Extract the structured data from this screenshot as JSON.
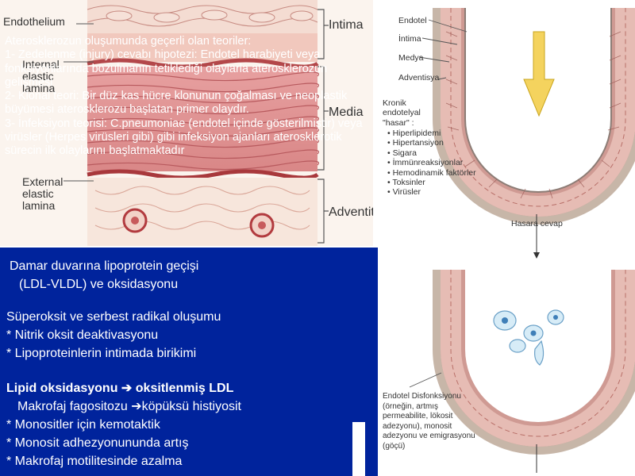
{
  "histology_labels": {
    "endothelium": "Endothelium",
    "intima": "Intima",
    "internal_elastic": "Internal\nelastic\nlamina",
    "media": "Media",
    "external_elastic": "External\nelastic\nlamina",
    "adventitia": "Adventitia"
  },
  "overlay": {
    "line1": "Aterosklerozun oluşumunda geçerli olan teoriler:",
    "line2": "1- Zedelenme (injury) cevabı hipotezi: Endotel harabiyeti veya fonksiyonlarında bozulmanın tetiklediği olaylarla aterosklerozun gelişmesi",
    "line3": "2- Klonal teori: Bir düz kas hücre klonunun çoğalması ve neoplastik büyümesi aterosklerozu başlatan primer olaydır.",
    "line4": "3- İnfeksiyon teorisi: C.pneumoniae (endotel içinde gösterilmiştir) veya virüsler (Herpes virüsleri gibi) gibi infeksiyon ajanları aterosklerotik sürecin ilk olaylarını başlatmaktadır"
  },
  "blue_panel": {
    "block1_l1": "Damar duvarına lipoprotein geçişi",
    "block1_l2": "(LDL-VLDL) ve oksidasyonu",
    "block2_l1": "Süperoksit ve serbest radikal oluşumu",
    "block2_l2": "* Nitrik oksit deaktivasyonu",
    "block2_l3": "* Lipoproteinlerin intimada birikimi",
    "block3_title_a": "Lipid oksidasyonu",
    "block3_title_b": "oksitlenmiş LDL",
    "block3_l2a": "Makrofaj fagositozu",
    "block3_l2b": "köpüksü histiyosit",
    "block3_l3": "* Monositler için kemotaktik",
    "block3_l4": "* Monosit adhezyonununda artış",
    "block3_l5": "* Makrofaj motilitesinde azalma",
    "arrow_glyph": "➔"
  },
  "right_diagram": {
    "layers": [
      "Endotel",
      "İntima",
      "Medya",
      "Adventisya"
    ],
    "chronic_title": "Kronik\nendotelyal\n\"hasar\" :",
    "factors": [
      "Hiperlipidemi",
      "Hipertansiyon",
      "Sigara",
      "İmmünreaksiyonlar",
      "Hemodinamik faktörler",
      "Toksinler",
      "Virüsler"
    ],
    "response": "Hasara cevap",
    "dysfunction": "Endotel Disfonksiyonu\n(örneğin, artmış\npermeabilite, lökosit\nadezyonu), monosit\nadezyonu ve emigrasyonu\n(göçü)"
  }
}
